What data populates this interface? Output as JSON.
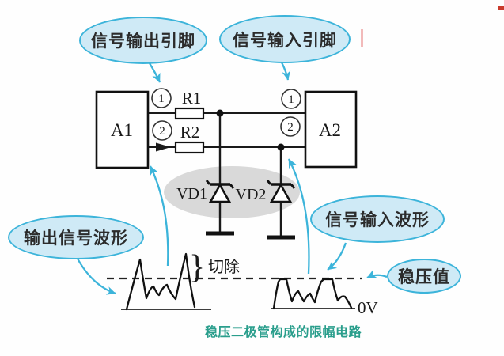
{
  "caption": "稳压二极管构成的限幅电路",
  "bubbles": {
    "signal_output_pin": "信号输出引脚",
    "signal_input_pin": "信号输入引脚",
    "output_signal_waveform": "输出信号波形",
    "signal_input_waveform": "信号输入波形",
    "regulated_value": "稳压值"
  },
  "circuit": {
    "block_a1": "A1",
    "block_a2": "A2",
    "resistor_r1": "R1",
    "resistor_r2": "R2",
    "diode_vd1": "VD1",
    "diode_vd2": "VD2",
    "pin_1": "1",
    "pin_2": "2"
  },
  "waveforms": {
    "cut_label": "切除",
    "brace": "}",
    "zero_volt_label": "0V"
  },
  "colors": {
    "bubble_fill": "#cfeaf6",
    "bubble_stroke": "#3cb4da",
    "caption_color": "#2a9e8c",
    "gray_ellipse": "#d9d9d9",
    "wire": "#1a1a1a"
  }
}
